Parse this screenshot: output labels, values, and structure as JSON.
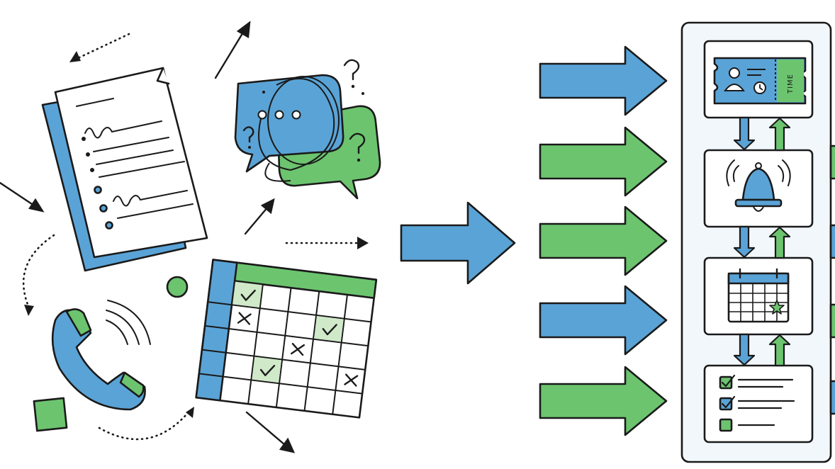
{
  "ticket": {
    "text": "TIME"
  },
  "palette": {
    "blue": "#5aa3d6",
    "green": "#6cc46f",
    "ink": "#1a1a1a",
    "panel": "#f2f7fc",
    "paper": "#ffffff"
  },
  "left_cluster": {
    "items": [
      "document-icon",
      "chat-bubbles-icon",
      "phone-icon",
      "schedule-grid-icon"
    ]
  },
  "input_arrows": {
    "colors": [
      "blue",
      "green",
      "green",
      "blue",
      "green"
    ]
  },
  "pipeline": {
    "steps": [
      "ticket-icon",
      "bell-icon",
      "calendar-icon",
      "checklist-icon"
    ]
  }
}
